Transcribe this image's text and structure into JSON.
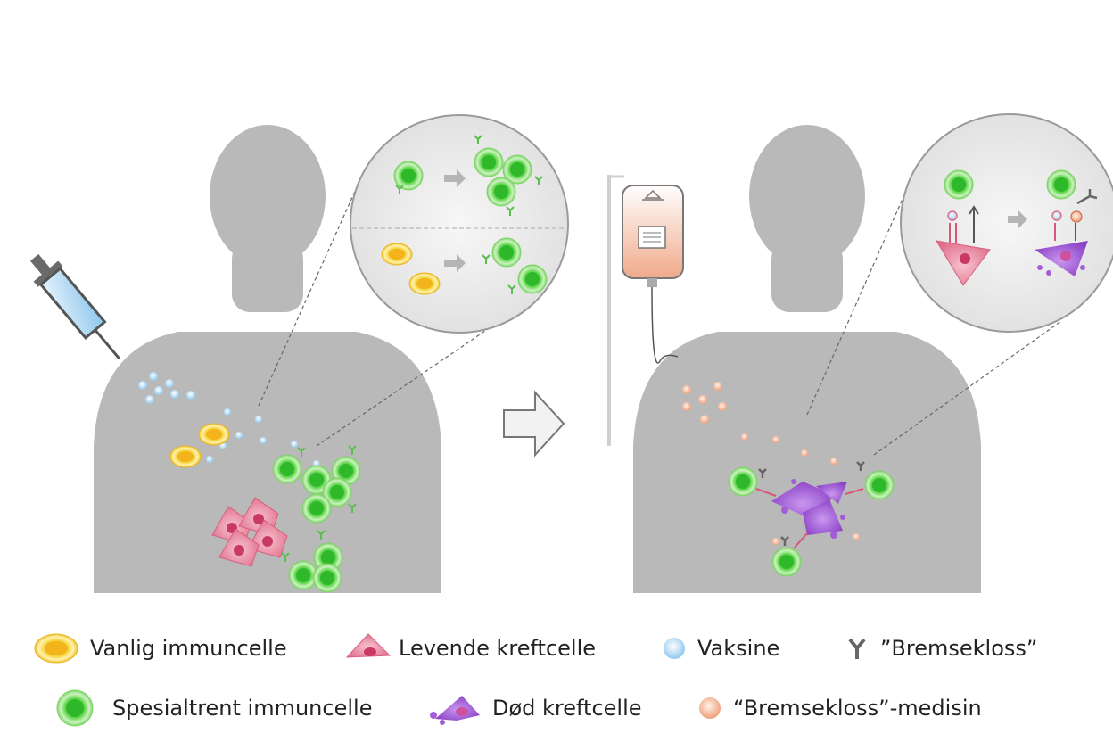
{
  "legend": {
    "items": [
      {
        "key": "normal_immune",
        "label": "Vanlig immuncelle",
        "icon": "yellow-immune-cell-icon"
      },
      {
        "key": "live_cancer",
        "label": "Levende kreftcelle",
        "icon": "pink-cancer-cell-icon"
      },
      {
        "key": "vaccine",
        "label": "Vaksine",
        "icon": "blue-vaccine-dot-icon"
      },
      {
        "key": "brake",
        "label": "”Bremsekloss”",
        "icon": "y-receptor-icon"
      },
      {
        "key": "trained_immune",
        "label": "Spesialtrent immuncelle",
        "icon": "green-immune-cell-icon"
      },
      {
        "key": "dead_cancer",
        "label": "Død kreftcelle",
        "icon": "purple-dead-cell-icon"
      },
      {
        "key": "brake_drug",
        "label": "“Bremsekloss”-medisin",
        "icon": "orange-drug-dot-icon"
      }
    ]
  },
  "colors": {
    "silhouette": "#b9b9b9",
    "green": "#5bd34c",
    "yellow": "#f5c92a",
    "pink": "#e8859d",
    "purple": "#9a4fd1",
    "blue": "#a9d6f2",
    "orange": "#f2b08e"
  }
}
